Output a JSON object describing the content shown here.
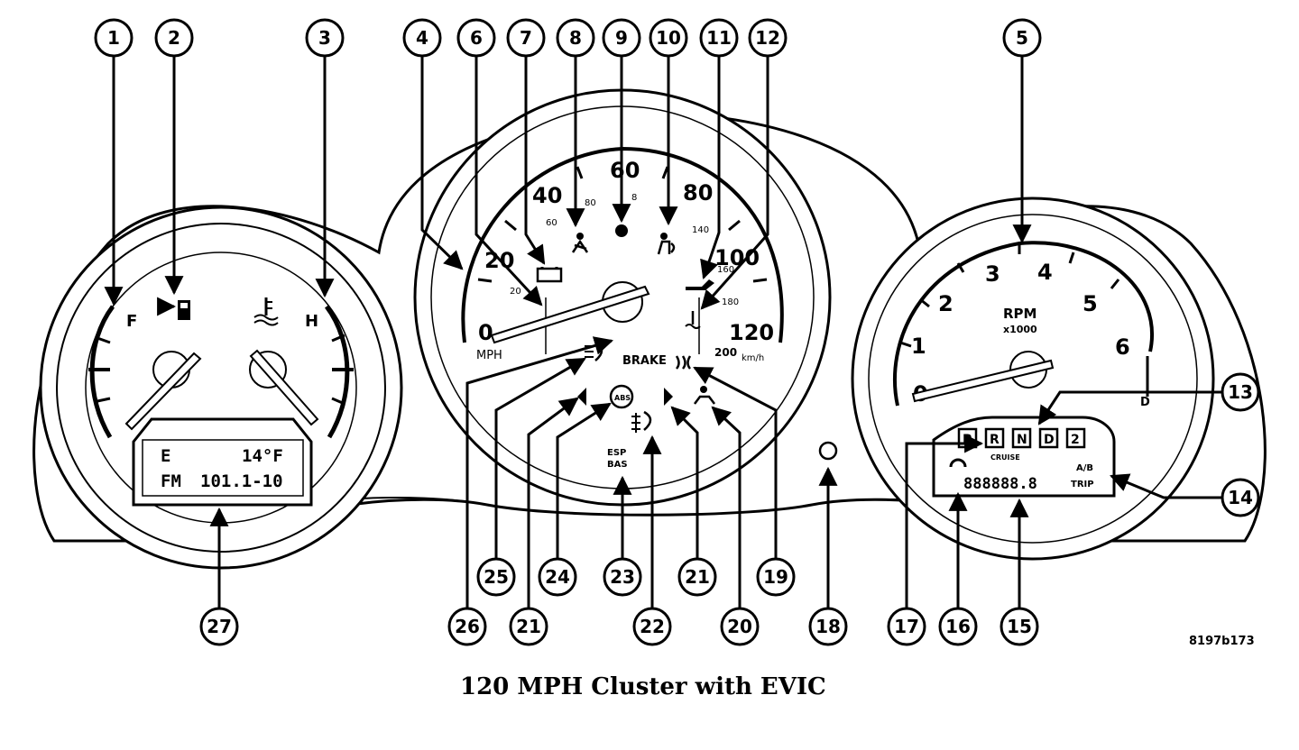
{
  "caption": "120 MPH Cluster with EVIC",
  "figure_id": "8197b173",
  "fuel_gauge": {
    "full_label": "F"
  },
  "temp_gauge": {
    "hot_label": "H"
  },
  "evic_display": {
    "line1_left": "E",
    "line1_right": "14°F",
    "line2_left": "FM",
    "line2_right": "101.1-10"
  },
  "speedometer": {
    "mph_labels": [
      "0",
      "20",
      "40",
      "60",
      "80",
      "100",
      "120"
    ],
    "kmh_labels": [
      "20",
      "60",
      "80",
      "140",
      "160",
      "180"
    ],
    "kmh_top_label": "8",
    "unit_mph": "MPH",
    "unit_kmh": "km/h",
    "kmh_end_label": "200",
    "brake_label": "BRAKE",
    "abs_label": "ABS",
    "esp_label": "ESP",
    "bas_label": "BAS"
  },
  "tachometer": {
    "labels": [
      "0",
      "1",
      "2",
      "3",
      "4",
      "5",
      "6"
    ],
    "title": "RPM",
    "subtitle": "x1000",
    "prndl": [
      "P",
      "R",
      "N",
      "D",
      "2"
    ],
    "cruise_label": "CRUISE",
    "odometer": "888888.8",
    "trip_label": "TRIP",
    "trip_sub": "A/B",
    "fuel_end_label": "D"
  },
  "callouts": [
    "1",
    "2",
    "3",
    "4",
    "6",
    "7",
    "8",
    "9",
    "10",
    "11",
    "12",
    "5",
    "13",
    "14",
    "15",
    "16",
    "17",
    "18",
    "19",
    "20",
    "21",
    "22",
    "23",
    "24",
    "21",
    "25",
    "26",
    "27"
  ]
}
